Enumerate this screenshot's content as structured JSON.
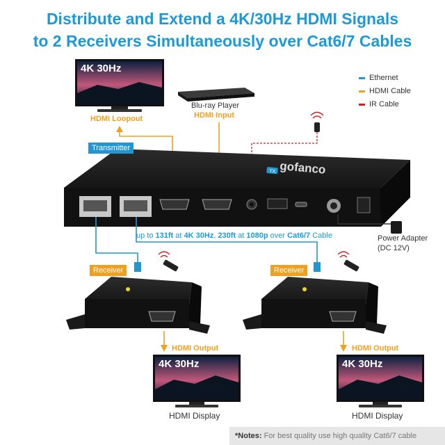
{
  "title": {
    "line1": "Distribute and Extend a 4K/30Hz HDMI Signals",
    "line2": "to 2 Receivers Simultaneously over Cat6/7 Cables"
  },
  "legend": [
    {
      "label": "Ethernet",
      "color": "#2196d3"
    },
    {
      "label": "HDMI Cable",
      "color": "#f0a020"
    },
    {
      "label": "IR Cable",
      "color": "#d02020"
    }
  ],
  "loopout_display": {
    "screen_text": "4K 30Hz",
    "caption": "HDMI Loopout"
  },
  "source": {
    "name": "Blu-ray Player",
    "caption": "HDMI Input"
  },
  "transmitter": {
    "tag": "Transmitter",
    "brand": "gofanco",
    "badge": "TX"
  },
  "cable_note": {
    "prefix": "up to ",
    "dist1": "131ft",
    "at1": " at ",
    "res1": "4K 30Hz",
    "sep": ", ",
    "dist2": "230ft",
    "at2": " at ",
    "res2": "1080p",
    "over": " over ",
    "cable": "Cat6/7",
    "suffix": " Cable"
  },
  "power": {
    "line1": "Power Adapter",
    "line2": "(DC 12V)"
  },
  "receivers": [
    {
      "tag": "Receiver",
      "output_caption": "HDMI Output",
      "screen_text": "4K 30Hz",
      "display_caption": "HDMI Display"
    },
    {
      "tag": "Receiver",
      "output_caption": "HDMI Output",
      "screen_text": "4K 30Hz",
      "display_caption": "HDMI Display"
    }
  ],
  "notes": {
    "label": "*Notes:",
    "text": " For best quality use high quality Cat6/7 cable"
  },
  "colors": {
    "title": "#1b9ad6",
    "ethernet": "#2196d3",
    "hdmi": "#f0a020",
    "ir": "#d02020"
  }
}
